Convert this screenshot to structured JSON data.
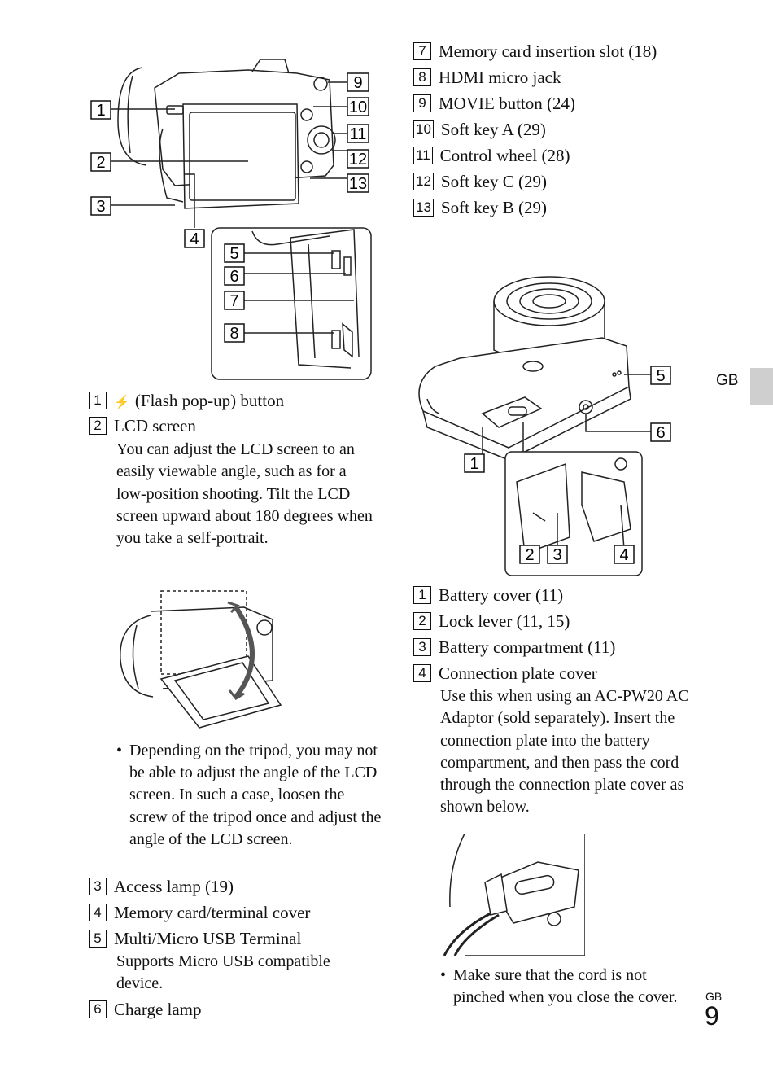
{
  "side_tab": {
    "lang_label": "GB"
  },
  "footer": {
    "lang_label": "GB",
    "page_number": "9"
  },
  "figure_rear": {
    "callouts": [
      "1",
      "2",
      "3",
      "4",
      "5",
      "6",
      "7",
      "8",
      "9",
      "10",
      "11",
      "12",
      "13"
    ]
  },
  "figure_bottom": {
    "callouts": [
      "5",
      "6",
      "1",
      "2",
      "3",
      "4"
    ]
  },
  "left_column": {
    "item1": {
      "num": "1",
      "icon": "⚡",
      "label": "(Flash pop-up) button"
    },
    "item2": {
      "num": "2",
      "label": "LCD screen",
      "desc": "You can adjust the LCD screen to an easily viewable angle, such as for a low-position shooting. Tilt the LCD screen upward about 180 degrees when you take a self-portrait."
    },
    "note": "Depending on the tripod, you may not be able to adjust the angle of the LCD screen. In such a case, loosen the screw of the tripod once and adjust the angle of the LCD screen.",
    "item3": {
      "num": "3",
      "label": "Access lamp (19)"
    },
    "item4": {
      "num": "4",
      "label": "Memory card/terminal cover"
    },
    "item5": {
      "num": "5",
      "label": "Multi/Micro USB Terminal",
      "desc": "Supports Micro USB compatible device."
    },
    "item6": {
      "num": "6",
      "label": "Charge lamp"
    }
  },
  "right_top_list": [
    {
      "num": "7",
      "label": "Memory card insertion slot (18)"
    },
    {
      "num": "8",
      "label": "HDMI micro jack"
    },
    {
      "num": "9",
      "label": "MOVIE button (24)"
    },
    {
      "num": "10",
      "label": "Soft key A (29)"
    },
    {
      "num": "11",
      "label": "Control wheel (28)"
    },
    {
      "num": "12",
      "label": "Soft key C (29)"
    },
    {
      "num": "13",
      "label": "Soft key B (29)"
    }
  ],
  "right_bottom": {
    "item1": {
      "num": "1",
      "label": "Battery cover (11)"
    },
    "item2": {
      "num": "2",
      "label": "Lock lever (11, 15)"
    },
    "item3": {
      "num": "3",
      "label": "Battery compartment (11)"
    },
    "item4": {
      "num": "4",
      "label": "Connection plate cover",
      "desc": "Use this when using an AC-PW20 AC Adaptor (sold separately). Insert the connection plate into the battery compartment, and then pass the cord through the connection plate cover as shown below."
    },
    "note": "Make sure that the cord is not pinched when you close the cover."
  }
}
